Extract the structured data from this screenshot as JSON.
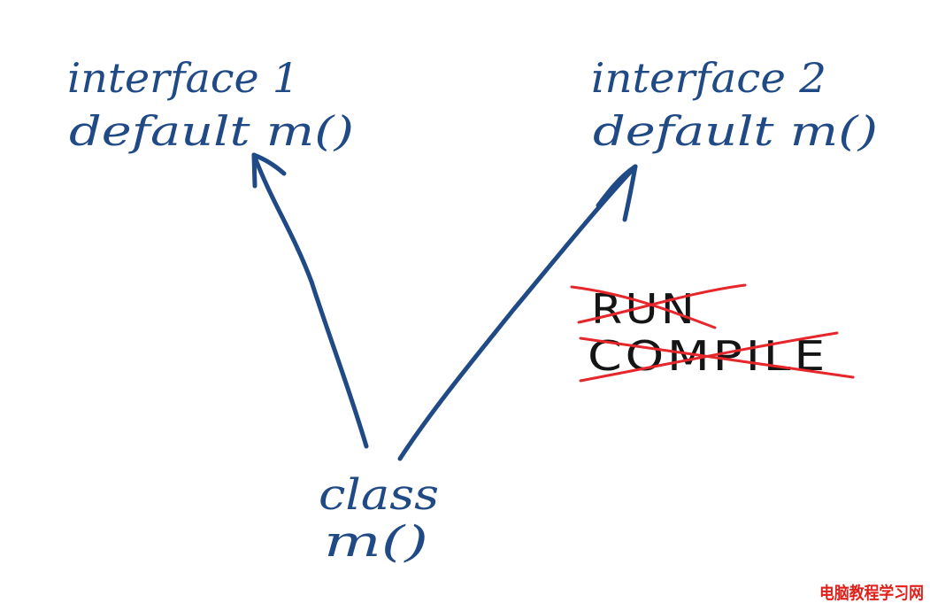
{
  "nodes": {
    "interface1": {
      "name": "interface 1",
      "method": "default m()"
    },
    "interface2": {
      "name": "interface 2",
      "method": "default m()"
    },
    "class": {
      "name": "class",
      "method": "m()"
    }
  },
  "crossed_out": {
    "first": "RUN",
    "second": "COMPILE"
  },
  "watermark": "电脑教程学习网",
  "colors": {
    "ink": "#1f4a86",
    "strike": "#e5262b",
    "print": "#151515",
    "watermark": "#e0201b"
  }
}
